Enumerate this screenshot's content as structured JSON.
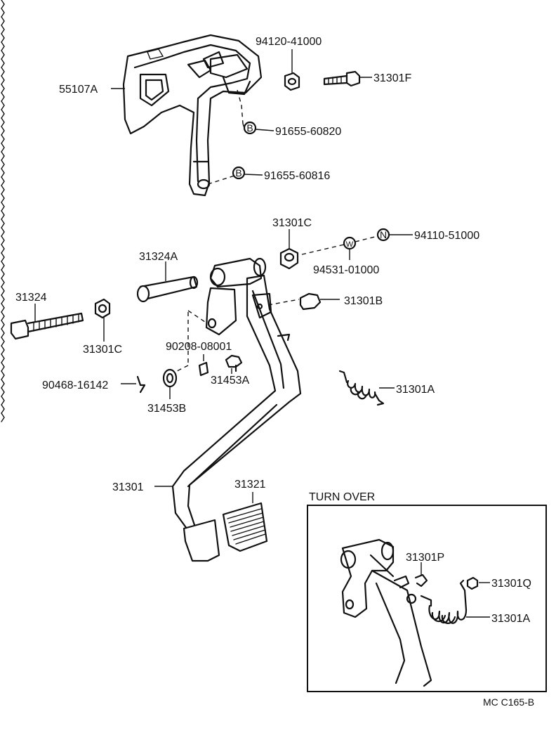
{
  "labels": {
    "p55107A": "55107A",
    "p94120": "94120-41000",
    "p31301F": "31301F",
    "p91655_60820": "91655-60820",
    "p91655_60816": "91655-60816",
    "p31301C_top": "31301C",
    "p94110": "94110-51000",
    "p94531": "94531-01000",
    "p31324A": "31324A",
    "p31324": "31324",
    "p31301C_left": "31301C",
    "p31301B": "31301B",
    "p90208": "90208-08001",
    "p31453A": "31453A",
    "p90468": "90468-16142",
    "p31453B": "31453B",
    "p31301A": "31301A",
    "p31301": "31301",
    "p31321": "31321",
    "turn_over": "TURN OVER",
    "p31301P": "31301P",
    "p31301Q": "31301Q",
    "p31301A_inset": "31301A",
    "footer_code": "MC C165-B"
  },
  "markers": {
    "b1": "B",
    "b2": "B",
    "w": "W",
    "n": "N"
  }
}
